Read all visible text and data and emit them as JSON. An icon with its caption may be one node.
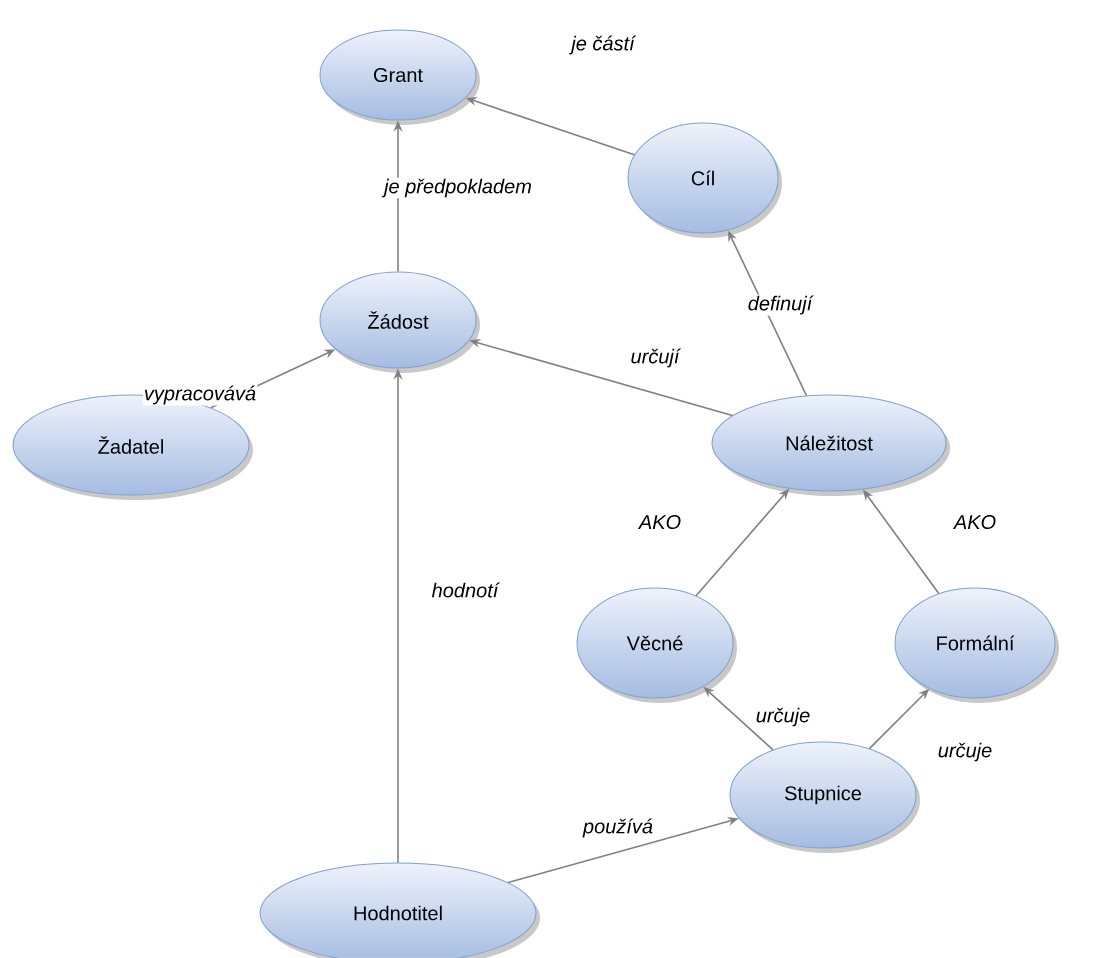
{
  "diagram": {
    "nodes": [
      {
        "text": [
          "Grant"
        ]
      },
      {
        "text": [
          "Cíl"
        ]
      },
      {
        "text": [
          "Žádost"
        ]
      },
      {
        "text": [
          "Žadatel"
        ]
      },
      {
        "text": [
          "Náležitost"
        ]
      },
      {
        "text": [
          "Věcné"
        ]
      },
      {
        "text": [
          "Formální"
        ]
      },
      {
        "text": [
          "Stupnice"
        ]
      },
      {
        "text": [
          "Hodnotitel"
        ]
      }
    ],
    "edges": [
      {
        "from": 1,
        "to": 0,
        "arrow": "to",
        "label": "je částí"
      },
      {
        "from": 2,
        "to": 0,
        "arrow": "to",
        "label": "je předpokladem"
      },
      {
        "from": 4,
        "to": 1,
        "arrow": "to",
        "label": "definují"
      },
      {
        "from": 4,
        "to": 2,
        "arrow": "to",
        "label": "určují"
      },
      {
        "from": 3,
        "to": 2,
        "arrow": "to",
        "label": "vypracovává"
      },
      {
        "from": 8,
        "to": 2,
        "arrow": "to",
        "label": "hodnotí"
      },
      {
        "from": 5,
        "to": 4,
        "arrow": "to",
        "label": "AKO"
      },
      {
        "from": 6,
        "to": 4,
        "arrow": "to",
        "label": "AKO"
      },
      {
        "from": 7,
        "to": 5,
        "arrow": "to",
        "label": "určuje"
      },
      {
        "from": 7,
        "to": 6,
        "arrow": "to",
        "label": "určuje"
      },
      {
        "from": 8,
        "to": 7,
        "arrow": "to",
        "label": "používá"
      }
    ]
  }
}
